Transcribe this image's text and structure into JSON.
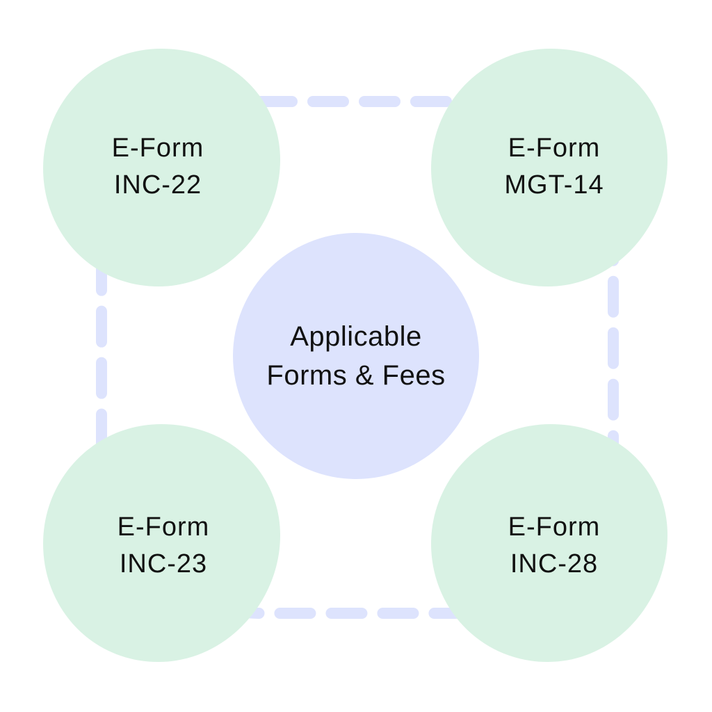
{
  "diagram": {
    "center": {
      "line1": "Applicable",
      "line2": "Forms & Fees",
      "color": "#dde3fd"
    },
    "nodes": [
      {
        "id": "top-left",
        "line1": "E-Form",
        "line2": "INC-22"
      },
      {
        "id": "top-right",
        "line1": "E-Form",
        "line2": "MGT-14"
      },
      {
        "id": "bottom-left",
        "line1": "E-Form",
        "line2": "INC-23"
      },
      {
        "id": "bottom-right",
        "line1": "E-Form",
        "line2": "INC-28"
      }
    ],
    "node_color": "#d9f2e4",
    "ring_color": "#dde3fd"
  }
}
